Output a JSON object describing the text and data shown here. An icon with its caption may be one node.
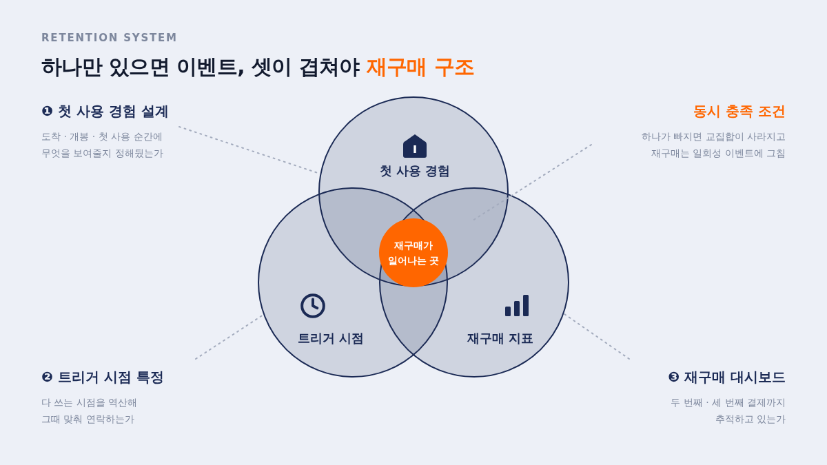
{
  "diagram": {
    "title": "하나만 있으면 이벤트, 셋이 겹쳐야 **재구매 구조**",
    "nodes": [
      {
        "text": [
          "❶ 첫 사용 경험 설계",
          "도착 · 개봉 · 첫 사용 순간에 무엇을 보여줄지 정해뒀는가"
        ]
      },
      {
        "text": [
          "동시 충족 조건",
          "하나가 빠지면 교집합이 사라지고 재구매는 일회성 이벤트에 그침"
        ]
      },
      {
        "text": [
          "첫 사용 경험"
        ]
      },
      {
        "text": [
          "트리거 시점"
        ]
      },
      {
        "text": [
          "재구매 지표"
        ]
      },
      {
        "text": [
          "재구매가 일어나는 곳"
        ]
      },
      {
        "text": [
          "❷ 트리거 시점 특정",
          "다 쓰는 시점을 역산해 그때 맞춰 연락하는가"
        ]
      },
      {
        "text": [
          "❸ 재구매 대시보드",
          "두 번째 · 세 번째 결제까지 추적하고 있는가"
        ]
      }
    ],
    "edges": [
      {
        "from": 0,
        "to": 2,
        "arrow": "none",
        "style": "dashed"
      },
      {
        "from": 1,
        "to": 2,
        "arrow": "none",
        "style": "dashed"
      },
      {
        "from": 6,
        "to": 3,
        "arrow": "none",
        "style": "dashed"
      },
      {
        "from": 7,
        "to": 4,
        "arrow": "none",
        "style": "dashed"
      }
    ],
    "labels": [
      "RETENTION SYSTEM"
    ]
  }
}
